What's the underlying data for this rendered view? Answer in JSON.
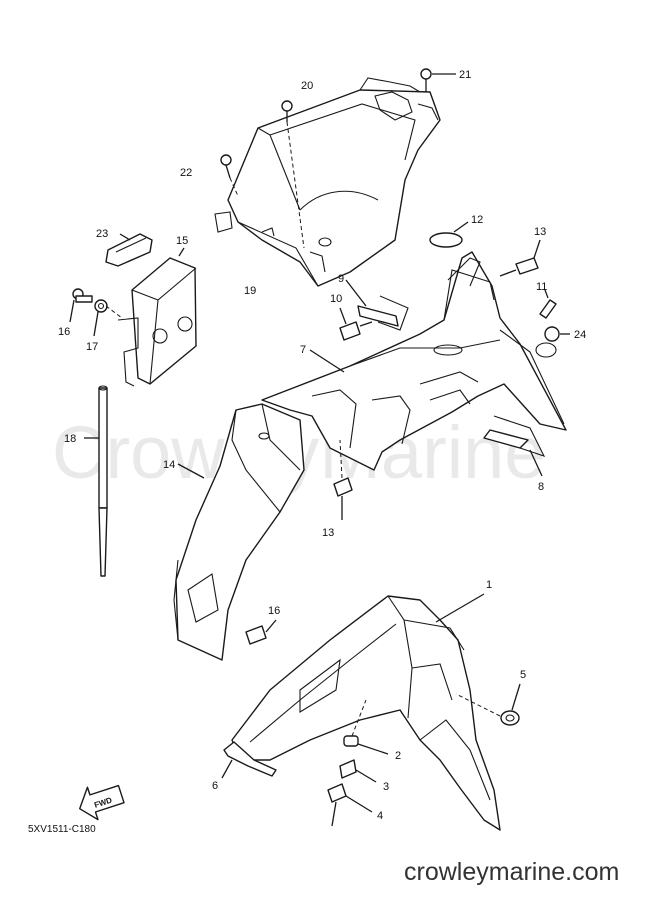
{
  "watermark": "CrowleyMarine",
  "drawing_number": "5XV1511-C180",
  "site_url": "crowleymarine.com",
  "fwd_label": "FWD",
  "callouts": {
    "c1": "1",
    "c2": "2",
    "c3": "3",
    "c4": "4",
    "c5": "5",
    "c6": "6",
    "c7": "7",
    "c8": "8",
    "c9": "9",
    "c10": "10",
    "c11": "11",
    "c12": "12",
    "c13a": "13",
    "c13b": "13",
    "c14": "14",
    "c15": "15",
    "c16a": "16",
    "c16b": "16",
    "c17": "17",
    "c18": "18",
    "c19": "19",
    "c20": "20",
    "c21": "21",
    "c22": "22",
    "c23": "23",
    "c24": "24"
  }
}
